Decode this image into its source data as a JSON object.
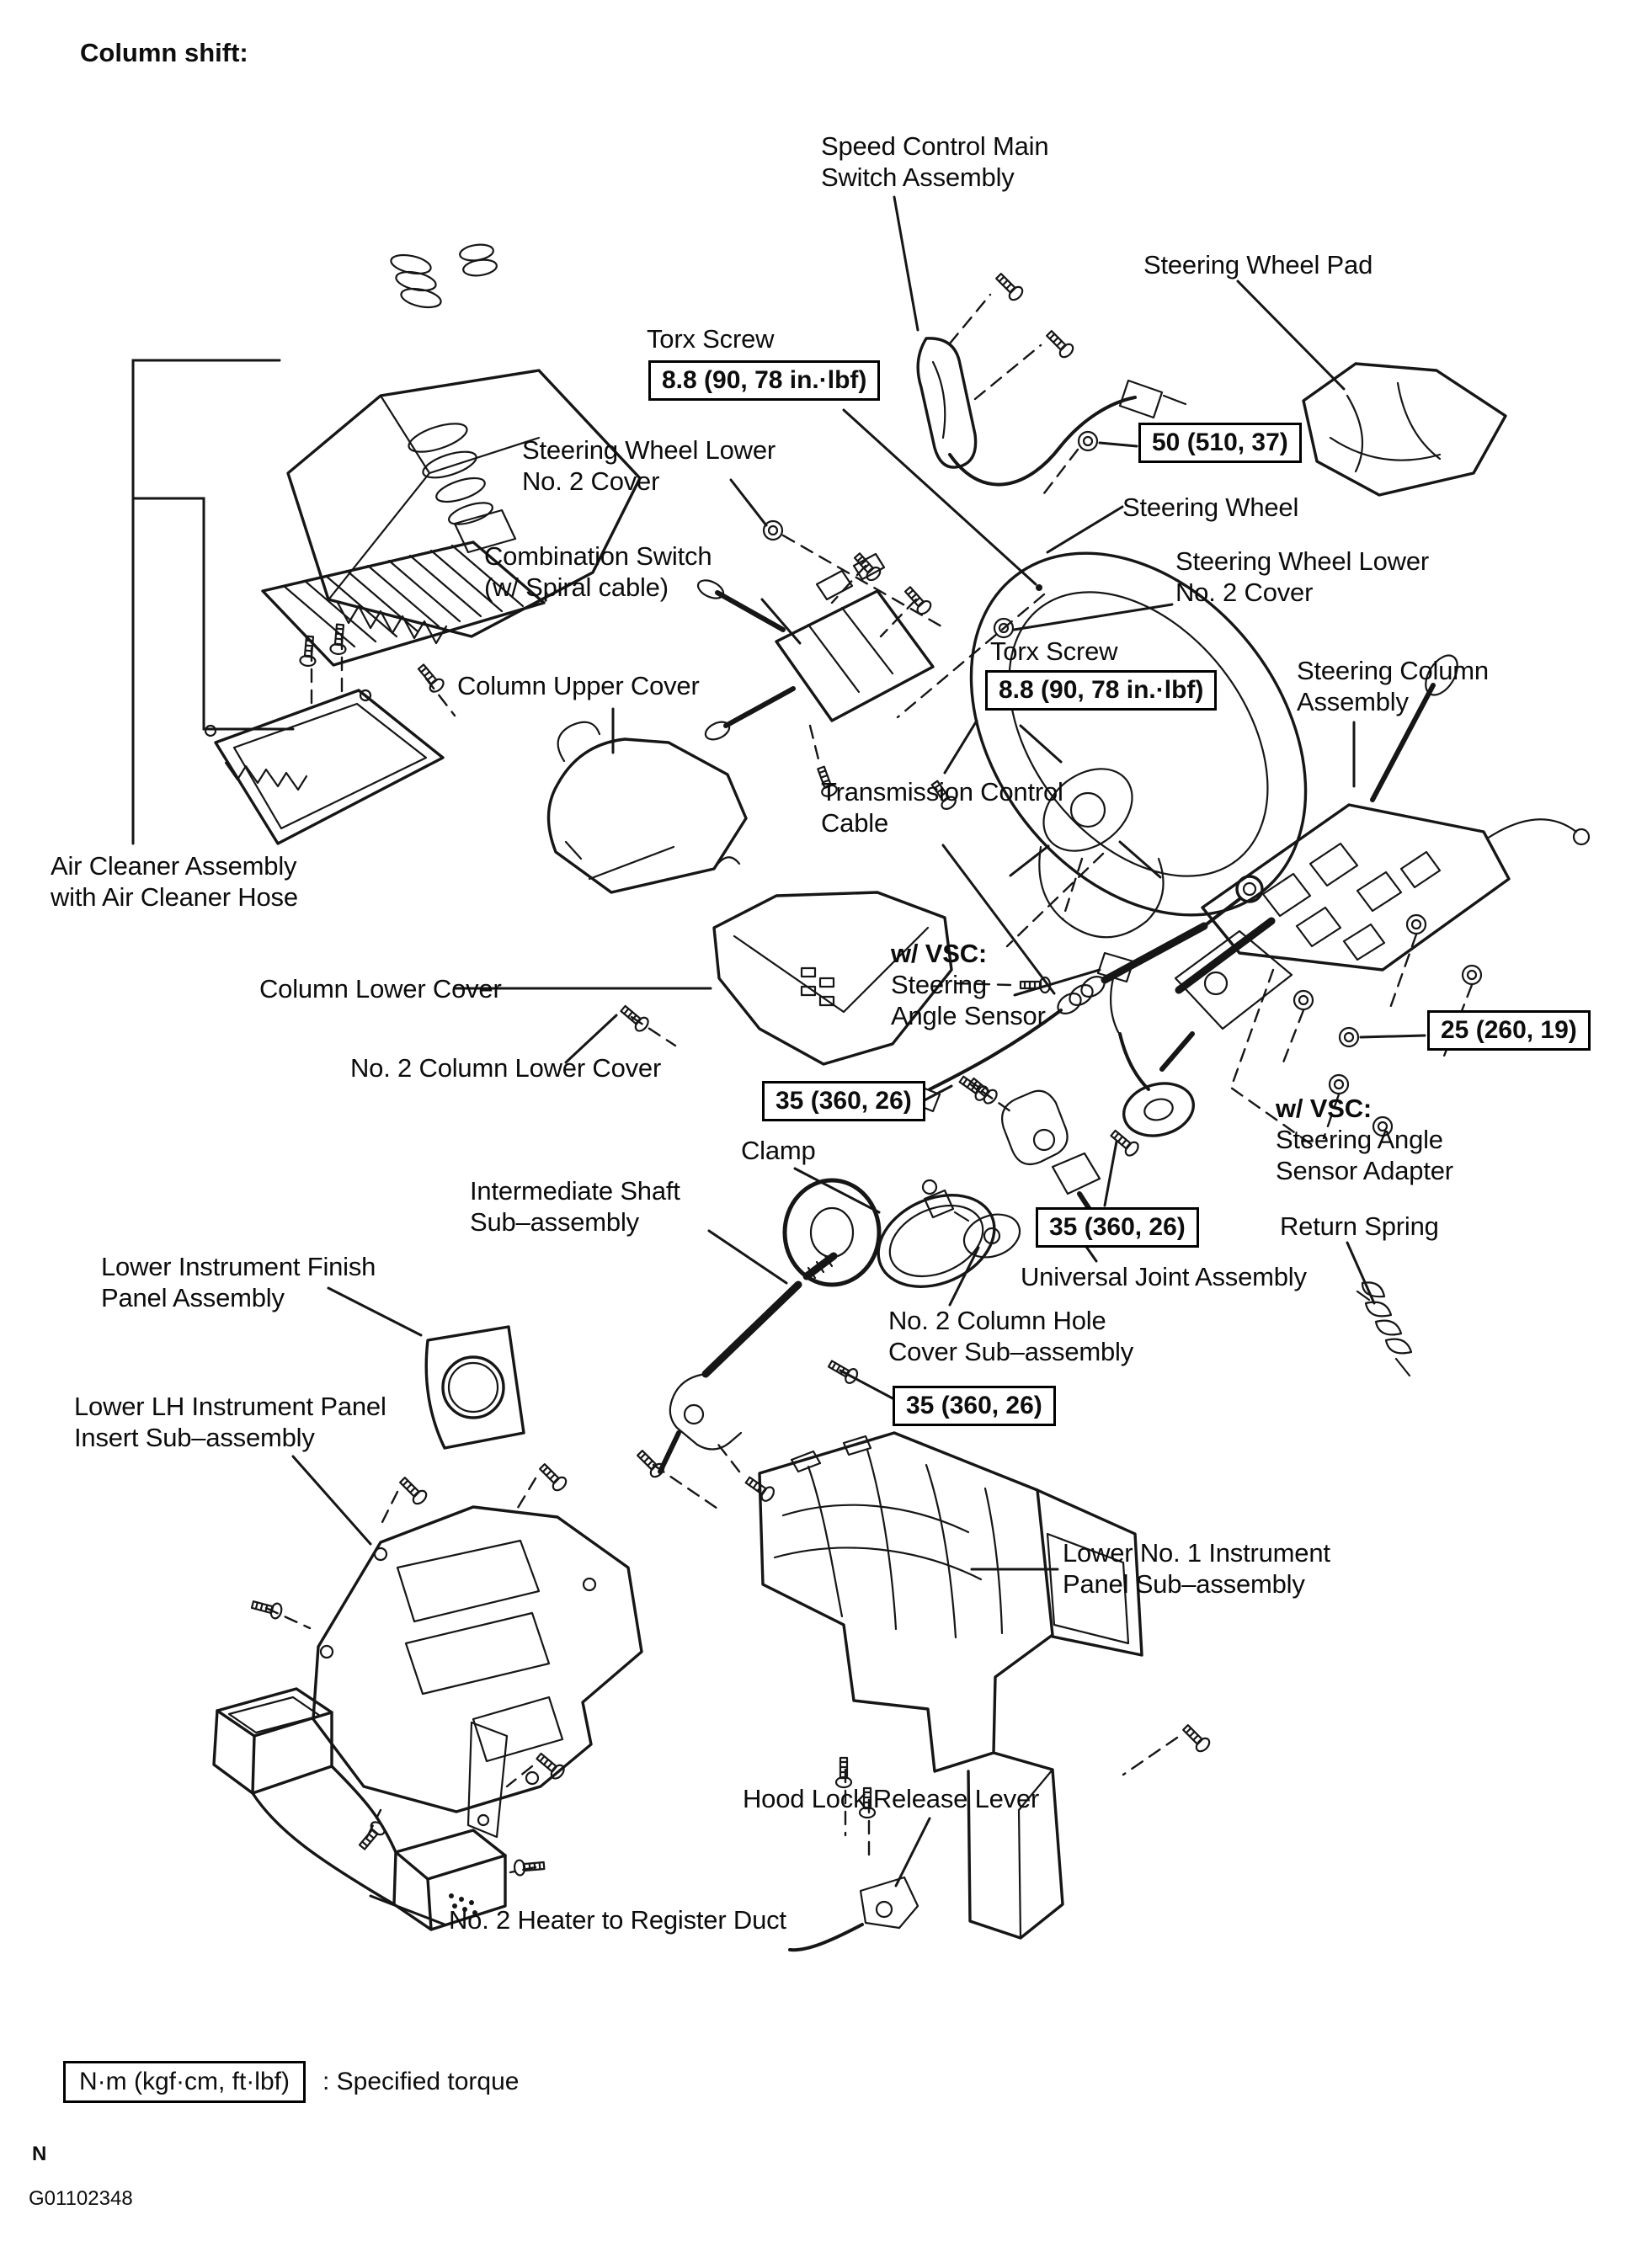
{
  "page": {
    "title": "Column shift:",
    "footnote_letter": "N",
    "figure_code": "G01102348"
  },
  "legend": {
    "box_label": "N·m (kgf·cm, ft·lbf)",
    "description": ": Specified torque"
  },
  "torque_specs": [
    {
      "id": "torx-screw-upper",
      "value": "8.8 (90, 78 in.·lbf)"
    },
    {
      "id": "steering-wheel-set-nut",
      "value": "50 (510, 37)"
    },
    {
      "id": "torx-screw-lower",
      "value": "8.8 (90, 78 in.·lbf)"
    },
    {
      "id": "column-mount-nut",
      "value": "25 (260, 19)"
    },
    {
      "id": "intermediate-shaft-upper-bolt",
      "value": "35 (360, 26)"
    },
    {
      "id": "universal-joint-bolt",
      "value": "35 (360, 26)"
    },
    {
      "id": "intermediate-shaft-lower-bolt",
      "value": "35 (360, 26)"
    }
  ],
  "part_labels": [
    {
      "id": "speed-control-main-switch",
      "text": "Speed Control Main\nSwitch Assembly"
    },
    {
      "id": "steering-wheel-pad",
      "text": "Steering Wheel Pad"
    },
    {
      "id": "torx-screw-upper",
      "text": "Torx Screw"
    },
    {
      "id": "steering-wheel-lower-no2-cover-left",
      "text": "Steering Wheel Lower\nNo. 2 Cover"
    },
    {
      "id": "steering-wheel",
      "text": "Steering Wheel"
    },
    {
      "id": "combination-switch",
      "text": "Combination Switch\n(w/ Spiral cable)"
    },
    {
      "id": "steering-wheel-lower-no2-cover-right",
      "text": "Steering Wheel Lower\nNo. 2 Cover"
    },
    {
      "id": "torx-screw-lower",
      "text": "Torx Screw"
    },
    {
      "id": "column-upper-cover",
      "text": "Column Upper Cover"
    },
    {
      "id": "steering-column-assembly",
      "text": "Steering Column\nAssembly"
    },
    {
      "id": "transmission-control-cable",
      "text": "Transmission  Control\nCable"
    },
    {
      "id": "air-cleaner-assembly",
      "text": "Air Cleaner Assembly\nwith Air Cleaner Hose"
    },
    {
      "id": "column-lower-cover",
      "text": "Column Lower Cover"
    },
    {
      "id": "vsc-steering-angle-sensor",
      "head": "w/ VSC:",
      "text": "Steering\nAngle Sensor"
    },
    {
      "id": "no2-column-lower-cover",
      "text": "No. 2 Column Lower Cover"
    },
    {
      "id": "clamp",
      "text": "Clamp"
    },
    {
      "id": "vsc-steering-angle-sensor-adapter",
      "head": "w/ VSC:",
      "text": "Steering Angle\nSensor Adapter"
    },
    {
      "id": "intermediate-shaft",
      "text": "Intermediate  Shaft\nSub–assembly"
    },
    {
      "id": "return-spring",
      "text": "Return Spring"
    },
    {
      "id": "universal-joint-assembly",
      "text": "Universal Joint Assembly"
    },
    {
      "id": "lower-instrument-finish-panel",
      "text": "Lower Instrument Finish\nPanel Assembly"
    },
    {
      "id": "no2-column-hole-cover",
      "text": "No. 2 Column Hole\nCover Sub–assembly"
    },
    {
      "id": "lower-lh-instrument-panel-insert",
      "text": "Lower LH Instrument Panel\nInsert Sub–assembly"
    },
    {
      "id": "lower-no1-instrument-panel",
      "text": "Lower No. 1 Instrument\nPanel Sub–assembly"
    },
    {
      "id": "hood-lock-release-lever",
      "text": "Hood Lock Release Lever"
    },
    {
      "id": "no2-heater-to-register-duct",
      "text": "No. 2 Heater to Register Duct"
    }
  ]
}
